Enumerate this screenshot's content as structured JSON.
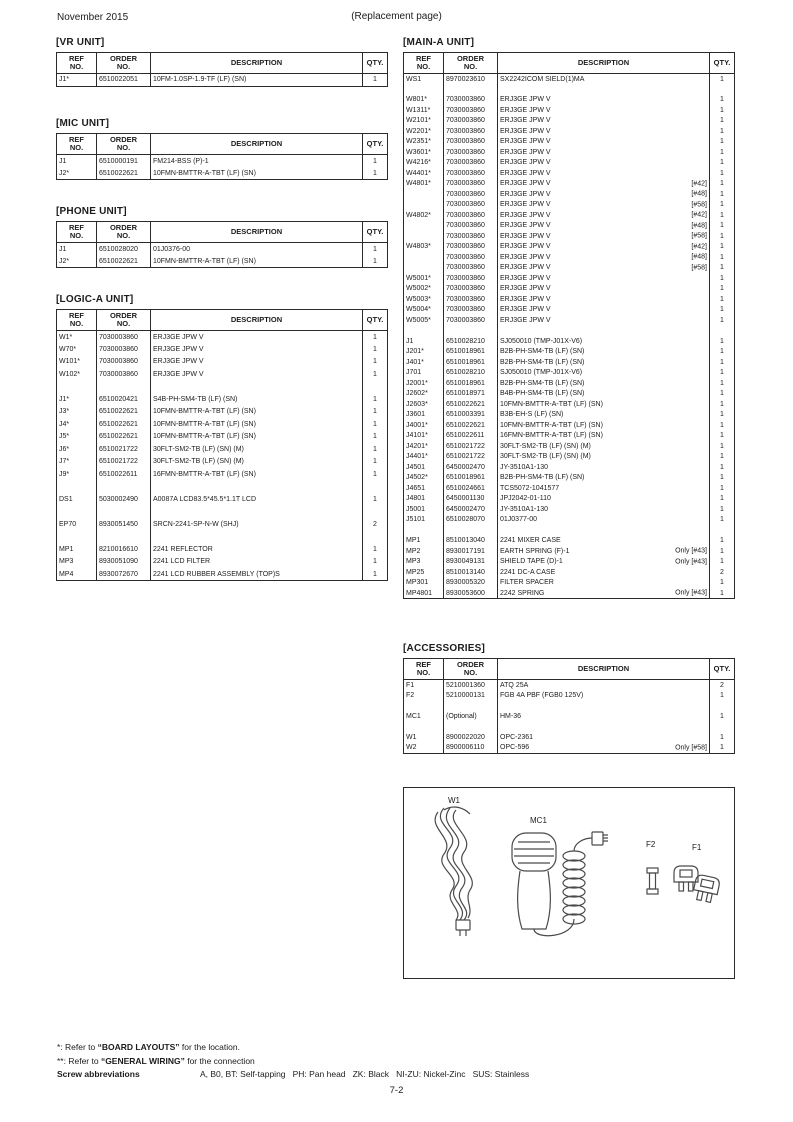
{
  "page": {
    "date": "November 2015",
    "replacement_note": "(Replacement page)",
    "page_number": "7-2"
  },
  "columns": [
    "REF\nNO.",
    "ORDER\nNO.",
    "DESCRIPTION",
    "QTY."
  ],
  "tables": {
    "vr": {
      "title": "[VR UNIT]",
      "rows": [
        [
          "J1*",
          "6510022051",
          "10FM-1.0SP-1.9-TF (LF) (SN)",
          "",
          "1"
        ]
      ]
    },
    "mic": {
      "title": "[MIC UNIT]",
      "rows": [
        [
          "J1",
          "6510000191",
          "FM214-BSS (P)-1",
          "",
          "1"
        ],
        [
          "J2*",
          "6510022621",
          "10FMN-BMTTR-A-TBT (LF) (SN)",
          "",
          "1"
        ]
      ]
    },
    "phone": {
      "title": "[PHONE UNIT]",
      "rows": [
        [
          "J1",
          "6510028020",
          "01J0376-00",
          "",
          "1"
        ],
        [
          "J2*",
          "6510022621",
          "10FMN-BMTTR-A-TBT (LF) (SN)",
          "",
          "1"
        ]
      ]
    },
    "logic": {
      "title": "[LOGIC-A UNIT]",
      "rows": [
        [
          "W1*",
          "7030003860",
          "ERJ3GE JPW V",
          "",
          "1"
        ],
        [
          "W70*",
          "7030003860",
          "ERJ3GE JPW V",
          "",
          "1"
        ],
        [
          "W101*",
          "7030003860",
          "ERJ3GE JPW V",
          "",
          "1"
        ],
        [
          "W102*",
          "7030003860",
          "ERJ3GE JPW V",
          "",
          "1"
        ],
        [
          "",
          "",
          "",
          "",
          ""
        ],
        [
          "J1*",
          "6510020421",
          "S4B-PH-SM4-TB (LF) (SN)",
          "",
          "1"
        ],
        [
          "J3*",
          "6510022621",
          "10FMN-BMTTR-A-TBT (LF) (SN)",
          "",
          "1"
        ],
        [
          "J4*",
          "6510022621",
          "10FMN-BMTTR-A-TBT (LF) (SN)",
          "",
          "1"
        ],
        [
          "J5*",
          "6510022621",
          "10FMN-BMTTR-A-TBT (LF) (SN)",
          "",
          "1"
        ],
        [
          "J6*",
          "6510021722",
          "30FLT-SM2-TB (LF) (SN) (M)",
          "",
          "1"
        ],
        [
          "J7*",
          "6510021722",
          "30FLT-SM2-TB (LF) (SN) (M)",
          "",
          "1"
        ],
        [
          "J9*",
          "6510022611",
          "16FMN-BMTTR-A-TBT (LF) (SN)",
          "",
          "1"
        ],
        [
          "",
          "",
          "",
          "",
          ""
        ],
        [
          "DS1",
          "5030002490",
          "A0087A LCD83.5*45.5*1.1T LCD",
          "",
          "1"
        ],
        [
          "",
          "",
          "",
          "",
          ""
        ],
        [
          "EP70",
          "8930051450",
          "SRCN-2241-SP-N-W (SHJ)",
          "",
          "2"
        ],
        [
          "",
          "",
          "",
          "",
          ""
        ],
        [
          "MP1",
          "8210016610",
          "2241 REFLECTOR",
          "",
          "1"
        ],
        [
          "MP3",
          "8930051090",
          "2241 LCD FILTER",
          "",
          "1"
        ],
        [
          "MP4",
          "8930072670",
          "2241 LCD RUBBER ASSEMBLY (TOP)S",
          "",
          "1"
        ]
      ]
    },
    "main": {
      "title": "[MAIN-A UNIT]",
      "rows": [
        [
          "WS1",
          "8970023610",
          "SX2242ICOM SIELD(1)MA",
          "",
          "1"
        ],
        [
          "",
          "",
          "",
          "",
          ""
        ],
        [
          "W801*",
          "7030003860",
          "ERJ3GE JPW V",
          "",
          "1"
        ],
        [
          "W1311*",
          "7030003860",
          "ERJ3GE JPW V",
          "",
          "1"
        ],
        [
          "W2101*",
          "7030003860",
          "ERJ3GE JPW V",
          "",
          "1"
        ],
        [
          "W2201*",
          "7030003860",
          "ERJ3GE JPW V",
          "",
          "1"
        ],
        [
          "W2351*",
          "7030003860",
          "ERJ3GE JPW V",
          "",
          "1"
        ],
        [
          "W3601*",
          "7030003860",
          "ERJ3GE JPW V",
          "",
          "1"
        ],
        [
          "W4216*",
          "7030003860",
          "ERJ3GE JPW V",
          "",
          "1"
        ],
        [
          "W4401*",
          "7030003860",
          "ERJ3GE JPW V",
          "",
          "1"
        ],
        [
          "W4801*",
          "7030003860",
          "ERJ3GE JPW V",
          "[#42]",
          "1"
        ],
        [
          "",
          "7030003860",
          "ERJ3GE JPW V",
          "[#48]",
          "1"
        ],
        [
          "",
          "7030003860",
          "ERJ3GE JPW V",
          "[#58]",
          "1"
        ],
        [
          "W4802*",
          "7030003860",
          "ERJ3GE JPW V",
          "[#42]",
          "1"
        ],
        [
          "",
          "7030003860",
          "ERJ3GE JPW V",
          "[#48]",
          "1"
        ],
        [
          "",
          "7030003860",
          "ERJ3GE JPW V",
          "[#58]",
          "1"
        ],
        [
          "W4803*",
          "7030003860",
          "ERJ3GE JPW V",
          "[#42]",
          "1"
        ],
        [
          "",
          "7030003860",
          "ERJ3GE JPW V",
          "[#48]",
          "1"
        ],
        [
          "",
          "7030003860",
          "ERJ3GE JPW V",
          "[#58]",
          "1"
        ],
        [
          "W5001*",
          "7030003860",
          "ERJ3GE JPW V",
          "",
          "1"
        ],
        [
          "W5002*",
          "7030003860",
          "ERJ3GE JPW V",
          "",
          "1"
        ],
        [
          "W5003*",
          "7030003860",
          "ERJ3GE JPW V",
          "",
          "1"
        ],
        [
          "W5004*",
          "7030003860",
          "ERJ3GE JPW V",
          "",
          "1"
        ],
        [
          "W5005*",
          "7030003860",
          "ERJ3GE JPW V",
          "",
          "1"
        ],
        [
          "",
          "",
          "",
          "",
          ""
        ],
        [
          "J1",
          "6510028210",
          "SJ050010 (TMP-J01X-V6)",
          "",
          "1"
        ],
        [
          "J201*",
          "6510018961",
          "B2B-PH-SM4-TB (LF) (SN)",
          "",
          "1"
        ],
        [
          "J401*",
          "6510018961",
          "B2B-PH-SM4-TB (LF) (SN)",
          "",
          "1"
        ],
        [
          "J701",
          "6510028210",
          "SJ050010 (TMP-J01X-V6)",
          "",
          "1"
        ],
        [
          "J2001*",
          "6510018961",
          "B2B-PH-SM4-TB (LF) (SN)",
          "",
          "1"
        ],
        [
          "J2602*",
          "6510018971",
          "B4B-PH-SM4-TB (LF) (SN)",
          "",
          "1"
        ],
        [
          "J2603*",
          "6510022621",
          "10FMN-BMTTR-A-TBT (LF) (SN)",
          "",
          "1"
        ],
        [
          "J3601",
          "6510003391",
          "B3B-EH-S (LF) (SN)",
          "",
          "1"
        ],
        [
          "J4001*",
          "6510022621",
          "10FMN-BMTTR-A-TBT (LF) (SN)",
          "",
          "1"
        ],
        [
          "J4101*",
          "6510022611",
          "16FMN-BMTTR-A-TBT (LF) (SN)",
          "",
          "1"
        ],
        [
          "J4201*",
          "6510021722",
          "30FLT-SM2-TB (LF) (SN) (M)",
          "",
          "1"
        ],
        [
          "J4401*",
          "6510021722",
          "30FLT-SM2-TB (LF) (SN) (M)",
          "",
          "1"
        ],
        [
          "J4501",
          "6450002470",
          "JY-3510A1-130",
          "",
          "1"
        ],
        [
          "J4502*",
          "6510018961",
          "B2B-PH-SM4-TB (LF) (SN)",
          "",
          "1"
        ],
        [
          "J4651",
          "6510024661",
          "TCS5072-1041577",
          "",
          "1"
        ],
        [
          "J4801",
          "6450001130",
          "JPJ2042-01-110",
          "",
          "1"
        ],
        [
          "J5001",
          "6450002470",
          "JY-3510A1-130",
          "",
          "1"
        ],
        [
          "J5101",
          "6510028070",
          "01J0377-00",
          "",
          "1"
        ],
        [
          "",
          "",
          "",
          "",
          ""
        ],
        [
          "MP1",
          "8510013040",
          "2241 MIXER CASE",
          "",
          "1"
        ],
        [
          "MP2",
          "8930017191",
          "EARTH SPRING (F)-1",
          "Only [#43]",
          "1"
        ],
        [
          "MP3",
          "8930049131",
          "SHIELD TAPE (D)-1",
          "Only [#43]",
          "1"
        ],
        [
          "MP25",
          "8510013140",
          "2241 DC-A CASE",
          "",
          "2"
        ],
        [
          "MP301",
          "8930005320",
          "FILTER SPACER",
          "",
          "1"
        ],
        [
          "MP4801",
          "8930053600",
          "2242 SPRING",
          "Only [#43]",
          "1"
        ]
      ]
    },
    "accessories": {
      "title": "[ACCESSORIES]",
      "rows": [
        [
          "F1",
          "5210001360",
          "ATQ 25A",
          "",
          "2"
        ],
        [
          "F2",
          "5210000131",
          "FGB 4A PBF (FGB0 125V)",
          "",
          "1"
        ],
        [
          "",
          "",
          "",
          "",
          ""
        ],
        [
          "MC1",
          "(Optional)",
          "HM-36",
          "",
          "1"
        ],
        [
          "",
          "",
          "",
          "",
          ""
        ],
        [
          "W1",
          "8900022020",
          "OPC-2361",
          "",
          "1"
        ],
        [
          "W2",
          "8900006110",
          "OPC-596",
          "Only [#58]",
          "1"
        ]
      ]
    }
  },
  "diagram": {
    "w1": "W1",
    "mc1": "MC1",
    "f2": "F2",
    "f1": "F1"
  },
  "footer": {
    "note1": {
      "pre": "*: Refer to ",
      "bold": "“BOARD LAYOUTS”",
      "post": " for the location."
    },
    "note2": {
      "pre": "**: Refer to ",
      "bold": "“GENERAL WIRING”",
      "post": " for the connection"
    },
    "screw": {
      "label": "Screw abbreviations",
      "text": "A, B0, BT: Self-tapping   PH: Pan head   ZK: Black   NI-ZU: Nickel-Zinc   SUS: Stainless"
    }
  }
}
